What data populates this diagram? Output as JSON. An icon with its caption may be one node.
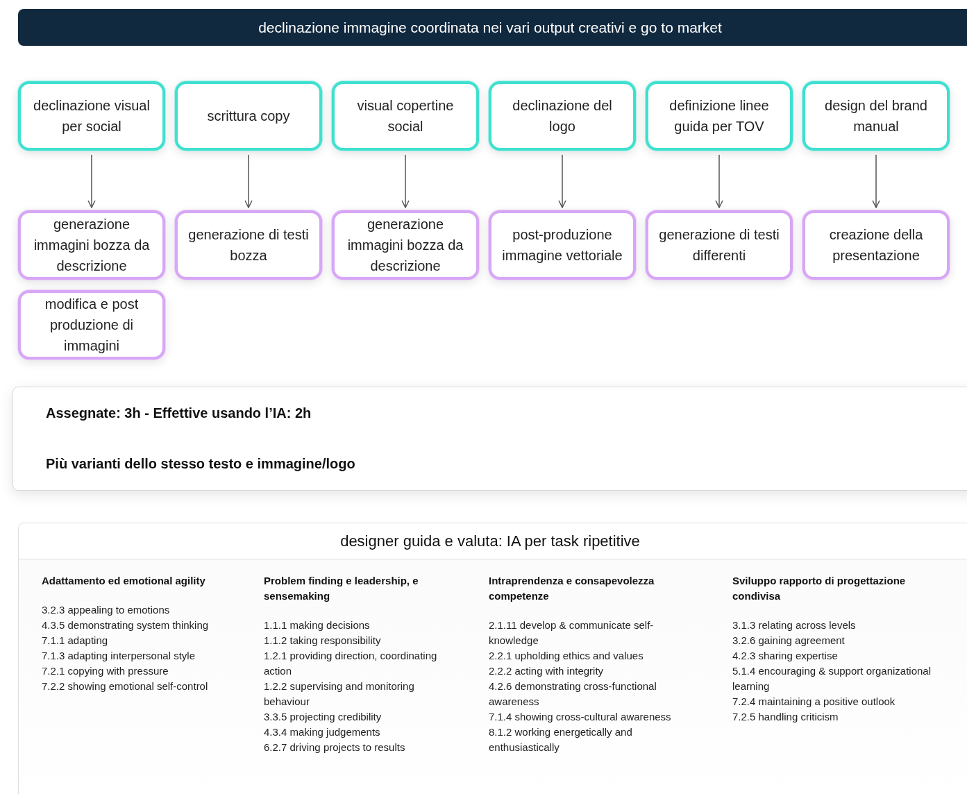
{
  "diagram": {
    "title": "declinazione immagine coordinata nei vari output creativi e go to market",
    "nodes": [
      {
        "text": [
          "declinazione visual per social"
        ]
      },
      {
        "text": [
          "scrittura copy"
        ]
      },
      {
        "text": [
          "visual copertine social"
        ]
      },
      {
        "text": [
          "declinazione del logo"
        ]
      },
      {
        "text": [
          "definizione linee guida per TOV"
        ]
      },
      {
        "text": [
          "design del brand manual"
        ]
      },
      {
        "text": [
          "generazione immagini bozza da descrizione"
        ]
      },
      {
        "text": [
          "generazione di testi bozza"
        ]
      },
      {
        "text": [
          "generazione immagini bozza da descrizione"
        ]
      },
      {
        "text": [
          "post-produzione immagine vettoriale"
        ]
      },
      {
        "text": [
          "generazione di testi differenti"
        ]
      },
      {
        "text": [
          "creazione della presentazione"
        ]
      },
      {
        "text": [
          "modifica e post produzione di immagini"
        ]
      },
      {
        "text": [
          "Assegnate: 3h - Effettive usando l’IA: 2h",
          "Più varianti dello stesso testo e immagine/logo"
        ]
      },
      {
        "text": [
          "designer guida e valuta: IA per task ripetitive"
        ]
      },
      {
        "text": [
          "Adattamento ed emotional agility",
          "3.2.3 appealing to emotions",
          "4.3.5 demonstrating system thinking",
          "7.1.1 adapting",
          "7.1.3 adapting interpersonal style",
          "7.2.1 copying with pressure",
          "7.2.2 showing emotional self-control"
        ],
        "in": 14
      },
      {
        "text": [
          "Problem finding e leadership, e sensemaking",
          "1.1.1 making decisions",
          "1.1.2 taking responsibility",
          "1.2.1 providing direction, coordinating action",
          "1.2.2 supervising and monitoring behaviour",
          "3.3.5 projecting credibility",
          "4.3.4 making judgements",
          "6.2.7 driving projects to results"
        ],
        "in": 14
      },
      {
        "text": [
          "Intraprendenza e consapevolezza competenze",
          "2.1.11 develop & communicate self-knowledge",
          "2.2.1 upholding ethics and values",
          "2.2.2 acting with integrity",
          "4.2.6 demonstrating cross-functional awareness",
          "7.1.4 showing cross-cultural awareness",
          "8.1.2 working energetically and enthusiastically"
        ],
        "in": 14
      },
      {
        "text": [
          "Sviluppo rapporto di progettazione condivisa",
          "3.1.3 relating across levels",
          "3.2.6 gaining agreement",
          "4.2.3 sharing expertise",
          "5.1.4 encouraging & support organizational learning",
          "7.2.4 maintaining a positive outlook",
          "7.2.5 handling criticism"
        ],
        "in": 14
      }
    ],
    "edges": [
      {
        "from": 0,
        "to": 6,
        "arrow": "to"
      },
      {
        "from": 1,
        "to": 7,
        "arrow": "to"
      },
      {
        "from": 2,
        "to": 8,
        "arrow": "to"
      },
      {
        "from": 3,
        "to": 9,
        "arrow": "to"
      },
      {
        "from": 4,
        "to": 10,
        "arrow": "to"
      },
      {
        "from": 5,
        "to": 11,
        "arrow": "to"
      }
    ]
  }
}
